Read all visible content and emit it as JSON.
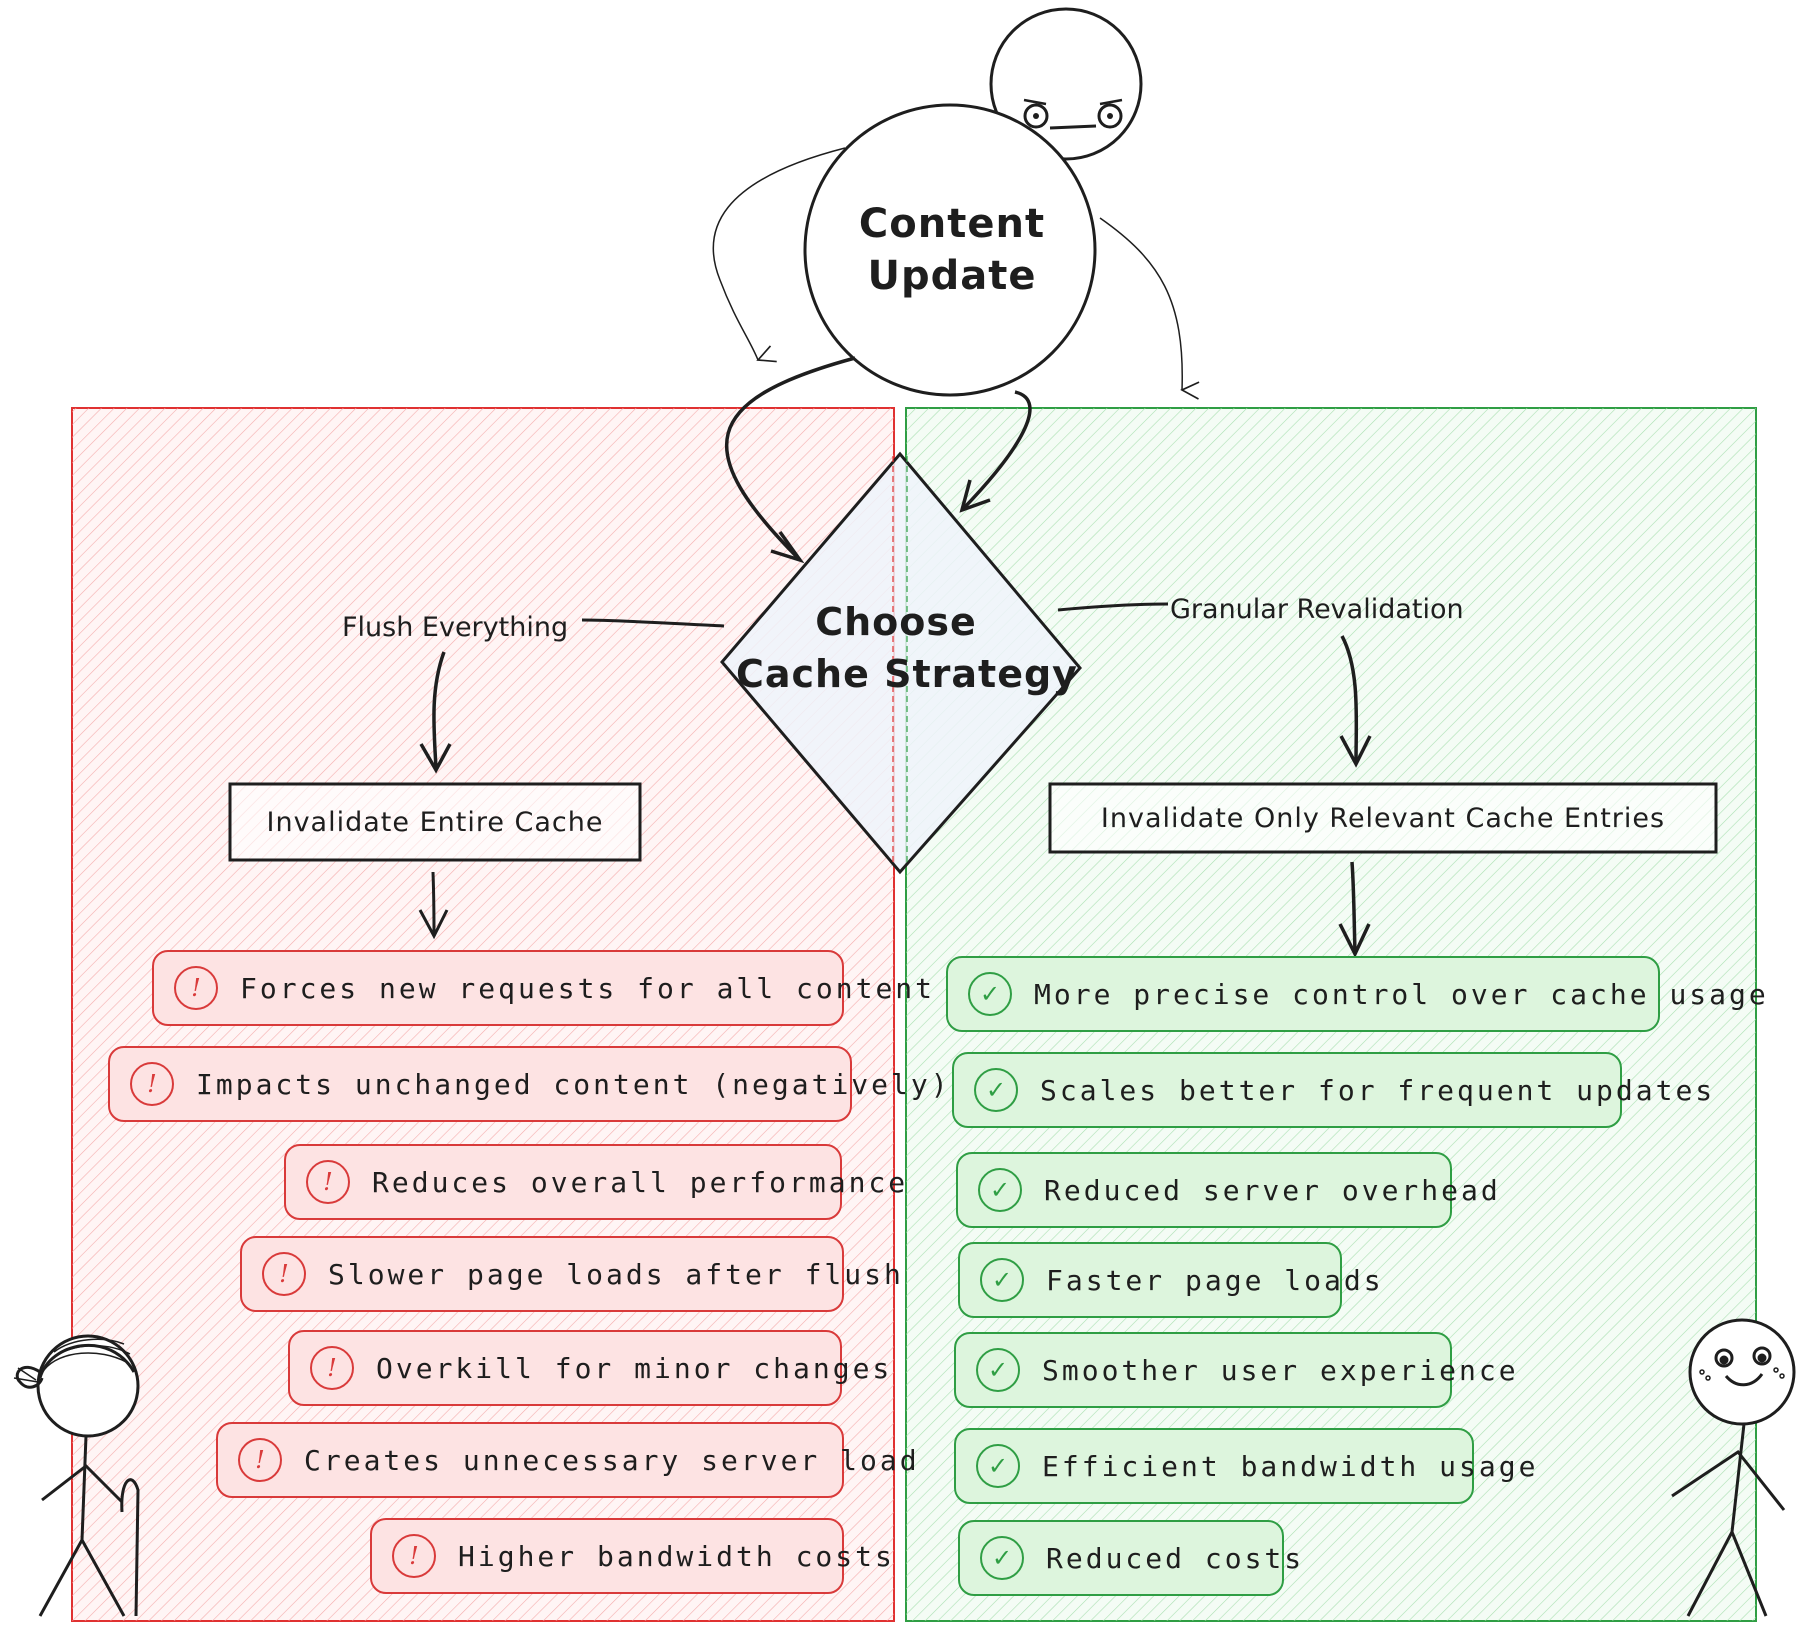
{
  "start_node": "Content\nUpdate",
  "decision_node": "Choose\nCache Strategy",
  "left": {
    "edge_label": "Flush Everything",
    "action": "Invalidate Entire Cache",
    "panel_color": "#e03131",
    "fill_color": "#ffc9c9",
    "badge_icon": "!",
    "items": [
      "Forces new requests for all content",
      "Impacts unchanged content (negatively)",
      "Reduces overall performance",
      "Slower page loads after flush",
      "Overkill for minor changes",
      "Creates unnecessary server load",
      "Higher bandwidth costs"
    ]
  },
  "right": {
    "edge_label": "Granular Revalidation",
    "action": "Invalidate Only Relevant Cache Entries",
    "panel_color": "#2f9e44",
    "fill_color": "#b2f2bb",
    "badge_icon": "✓",
    "items": [
      "More precise control over cache usage",
      "Scales better for frequent updates",
      "Reduced server overhead",
      "Faster page loads",
      "Smoother user experience",
      "Efficient bandwidth usage",
      "Reduced costs"
    ]
  }
}
